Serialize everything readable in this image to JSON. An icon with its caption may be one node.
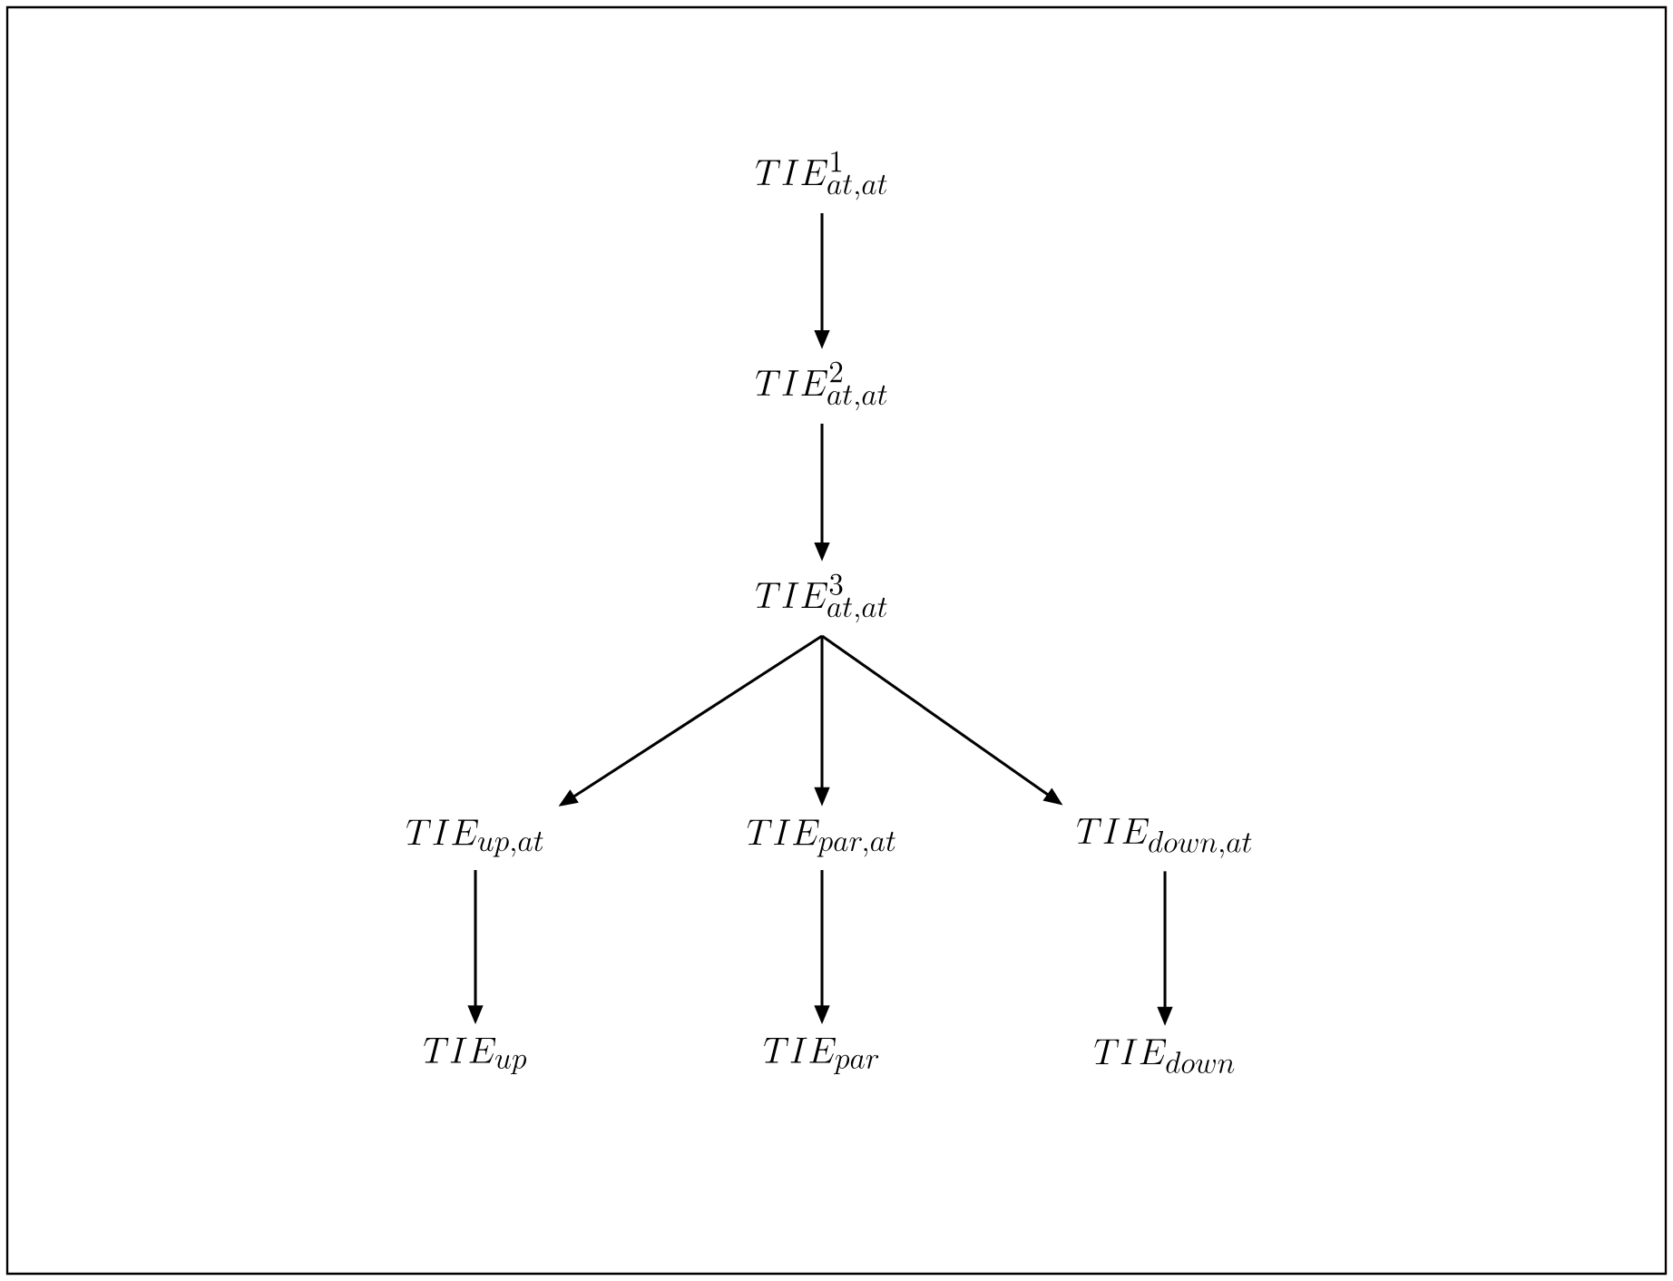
{
  "diagram": {
    "nodes": [
      {
        "text": [
          "TIE^{1}_{at,at}"
        ]
      },
      {
        "text": [
          "TIE^{2}_{at,at}"
        ]
      },
      {
        "text": [
          "TIE^{3}_{at,at}"
        ]
      },
      {
        "text": [
          "TIE_{up,at}"
        ]
      },
      {
        "text": [
          "TIE_{par,at}"
        ]
      },
      {
        "text": [
          "TIE_{down,at}"
        ]
      },
      {
        "text": [
          "TIE_{up}"
        ]
      },
      {
        "text": [
          "TIE_{par}"
        ]
      },
      {
        "text": [
          "TIE_{down}"
        ]
      }
    ],
    "edges": [
      {
        "from": 0,
        "to": 1,
        "arrow": "to"
      },
      {
        "from": 1,
        "to": 2,
        "arrow": "to"
      },
      {
        "from": 2,
        "to": 3,
        "arrow": "to"
      },
      {
        "from": 2,
        "to": 4,
        "arrow": "to"
      },
      {
        "from": 2,
        "to": 5,
        "arrow": "to"
      },
      {
        "from": 3,
        "to": 6,
        "arrow": "to"
      },
      {
        "from": 4,
        "to": 7,
        "arrow": "to"
      },
      {
        "from": 5,
        "to": 8,
        "arrow": "to"
      }
    ]
  }
}
